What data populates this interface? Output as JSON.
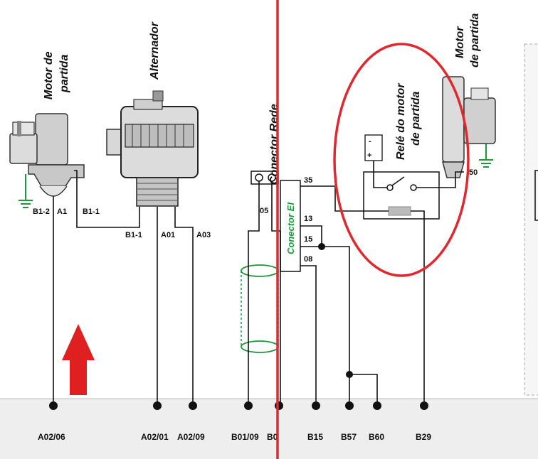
{
  "components": {
    "motor_partida_left": {
      "line1": "Motor de",
      "line2": "partida"
    },
    "alternador": {
      "title": "Alternador"
    },
    "conector_rede": {
      "title": "Conector Rede"
    },
    "conector_ei": {
      "title": "Conector EI"
    },
    "rele": {
      "line1": "Relé do motor",
      "line2": "de partida"
    },
    "motor_partida_right": {
      "line1": "Motor",
      "line2": "de partida"
    }
  },
  "pins": {
    "motor_b12": "B1-2",
    "motor_a1": "A1",
    "motor_b11": "B1-1",
    "alt_b11": "B1-1",
    "alt_a01": "A01",
    "alt_a03": "A03",
    "rede_05": "05",
    "ei_35": "35",
    "ei_13": "13",
    "ei_15": "15",
    "ei_08": "08",
    "motor_right_50": "50",
    "relay_minus": "-",
    "relay_plus": "+"
  },
  "terminals": [
    "A02/06",
    "A02/01",
    "A02/09",
    "B01/09",
    "B0",
    "B15",
    "B57",
    "B60",
    "B29"
  ],
  "colors": {
    "highlight_red": "#e0282e",
    "connector_green": "#1a9a3a",
    "bus_gray": "#eeeeee",
    "arrow_red": "#e02020"
  }
}
